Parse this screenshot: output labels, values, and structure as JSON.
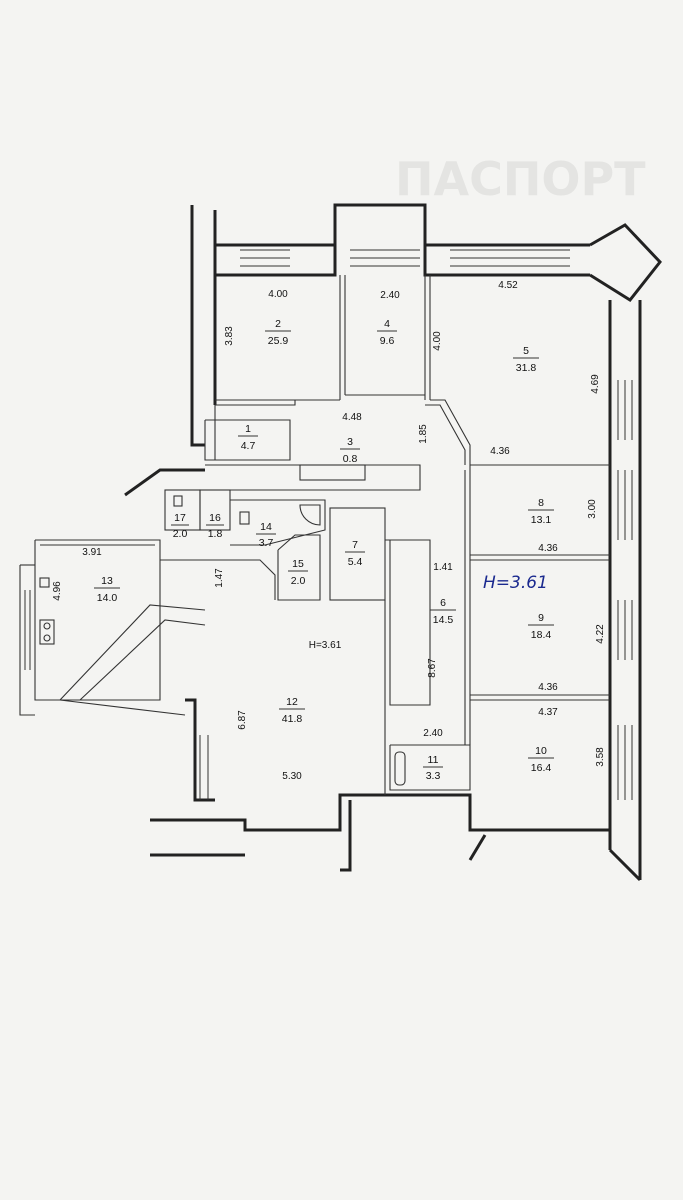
{
  "watermark": {
    "text": "ПАСПОРТ"
  },
  "handwritten_note": "H=3.61",
  "rooms": [
    {
      "num": "1",
      "area": "4.7"
    },
    {
      "num": "2",
      "area": "25.9"
    },
    {
      "num": "3",
      "area": "0.8"
    },
    {
      "num": "4",
      "area": "9.6"
    },
    {
      "num": "5",
      "area": "31.8"
    },
    {
      "num": "6",
      "area": "14.5"
    },
    {
      "num": "7",
      "area": "5.4"
    },
    {
      "num": "8",
      "area": "13.1"
    },
    {
      "num": "9",
      "area": "18.4"
    },
    {
      "num": "10",
      "area": "16.4"
    },
    {
      "num": "11",
      "area": "3.3"
    },
    {
      "num": "12",
      "area": "41.8"
    },
    {
      "num": "13",
      "area": "14.0"
    },
    {
      "num": "14",
      "area": "3.7"
    },
    {
      "num": "15",
      "area": "2.0"
    },
    {
      "num": "16",
      "area": "1.8"
    },
    {
      "num": "17",
      "area": "2.0"
    }
  ],
  "ceiling_height": "H=3.61",
  "dimensions": [
    "4.00",
    "2.40",
    "4.52",
    "3.83",
    "4.00",
    "4.69",
    "4.48",
    "1.85",
    "4.36",
    "3.00",
    "4.36",
    "3.91",
    "4.96",
    "1.47",
    "1.41",
    "4.22",
    "4.36",
    "8.67",
    "6.87",
    "4.37",
    "2.40",
    "3.58",
    "5.30"
  ]
}
